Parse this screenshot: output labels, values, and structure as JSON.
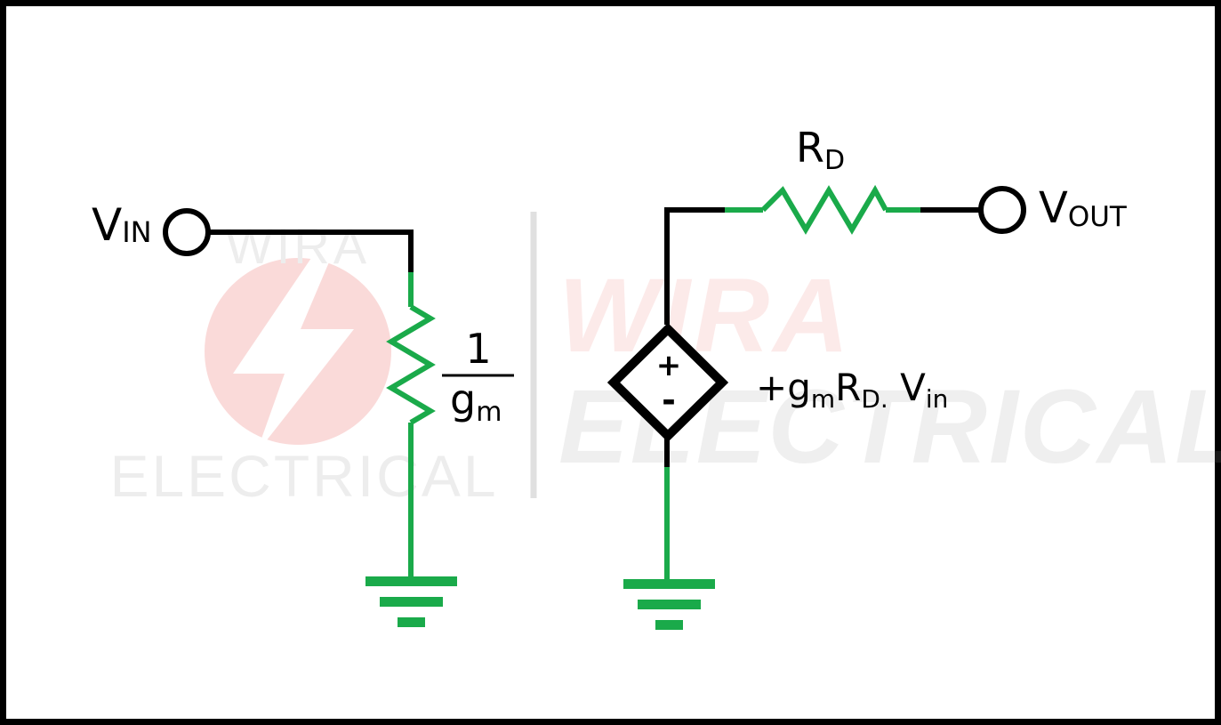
{
  "watermark": {
    "left_top": "WIRA",
    "left_bottom": "ELECTRICAL",
    "right_top": "WIRA",
    "right_bottom": "ELECTRICAL",
    "accent_color": "#e53935",
    "gray_color": "#d9d9d9"
  },
  "colors": {
    "wire": "#000000",
    "component": "#1aaa4a"
  },
  "labels": {
    "vin_main": "V",
    "vin_sub": "IN",
    "vout_main": "V",
    "vout_sub": "OUT",
    "rd_main": "R",
    "rd_sub": "D",
    "frac_num": "1",
    "frac_den_main": "g",
    "frac_den_sub": "m",
    "source_plus": "+",
    "source_minus": "-",
    "expr_prefix": "+g",
    "expr_sub_m": "m",
    "expr_r": "R",
    "expr_sub_d": "D",
    "expr_dot": ".",
    "expr_v": " V",
    "expr_sub_in": "in"
  }
}
